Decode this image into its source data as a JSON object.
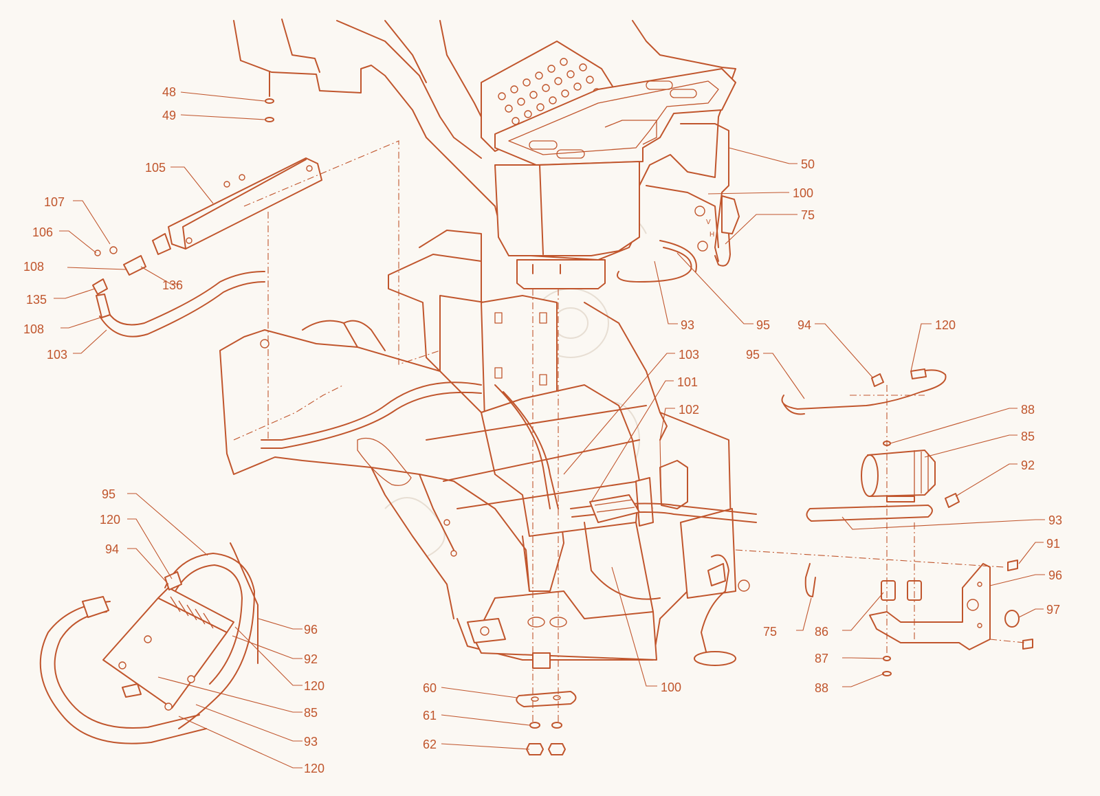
{
  "colors": {
    "line": "#c0552c",
    "background": "#fbf8f3",
    "watermark": "#e7ded3"
  },
  "callouts": [
    {
      "label": "48"
    },
    {
      "label": "49"
    },
    {
      "label": "105"
    },
    {
      "label": "107"
    },
    {
      "label": "106"
    },
    {
      "label": "108"
    },
    {
      "label": "136"
    },
    {
      "label": "135"
    },
    {
      "label": "108"
    },
    {
      "label": "103"
    },
    {
      "label": "50"
    },
    {
      "label": "100"
    },
    {
      "label": "75"
    },
    {
      "label": "93"
    },
    {
      "label": "95"
    },
    {
      "label": "94"
    },
    {
      "label": "120"
    },
    {
      "label": "95"
    },
    {
      "label": "103"
    },
    {
      "label": "101"
    },
    {
      "label": "102"
    },
    {
      "label": "88"
    },
    {
      "label": "85"
    },
    {
      "label": "92"
    },
    {
      "label": "93"
    },
    {
      "label": "91"
    },
    {
      "label": "96"
    },
    {
      "label": "97"
    },
    {
      "label": "75"
    },
    {
      "label": "86"
    },
    {
      "label": "87"
    },
    {
      "label": "88"
    },
    {
      "label": "100"
    },
    {
      "label": "60"
    },
    {
      "label": "61"
    },
    {
      "label": "62"
    },
    {
      "label": "95"
    },
    {
      "label": "120"
    },
    {
      "label": "94"
    },
    {
      "label": "96"
    },
    {
      "label": "92"
    },
    {
      "label": "120"
    },
    {
      "label": "85"
    },
    {
      "label": "93"
    },
    {
      "label": "120"
    }
  ],
  "valve_marks": {
    "v": "V",
    "h": "H"
  }
}
